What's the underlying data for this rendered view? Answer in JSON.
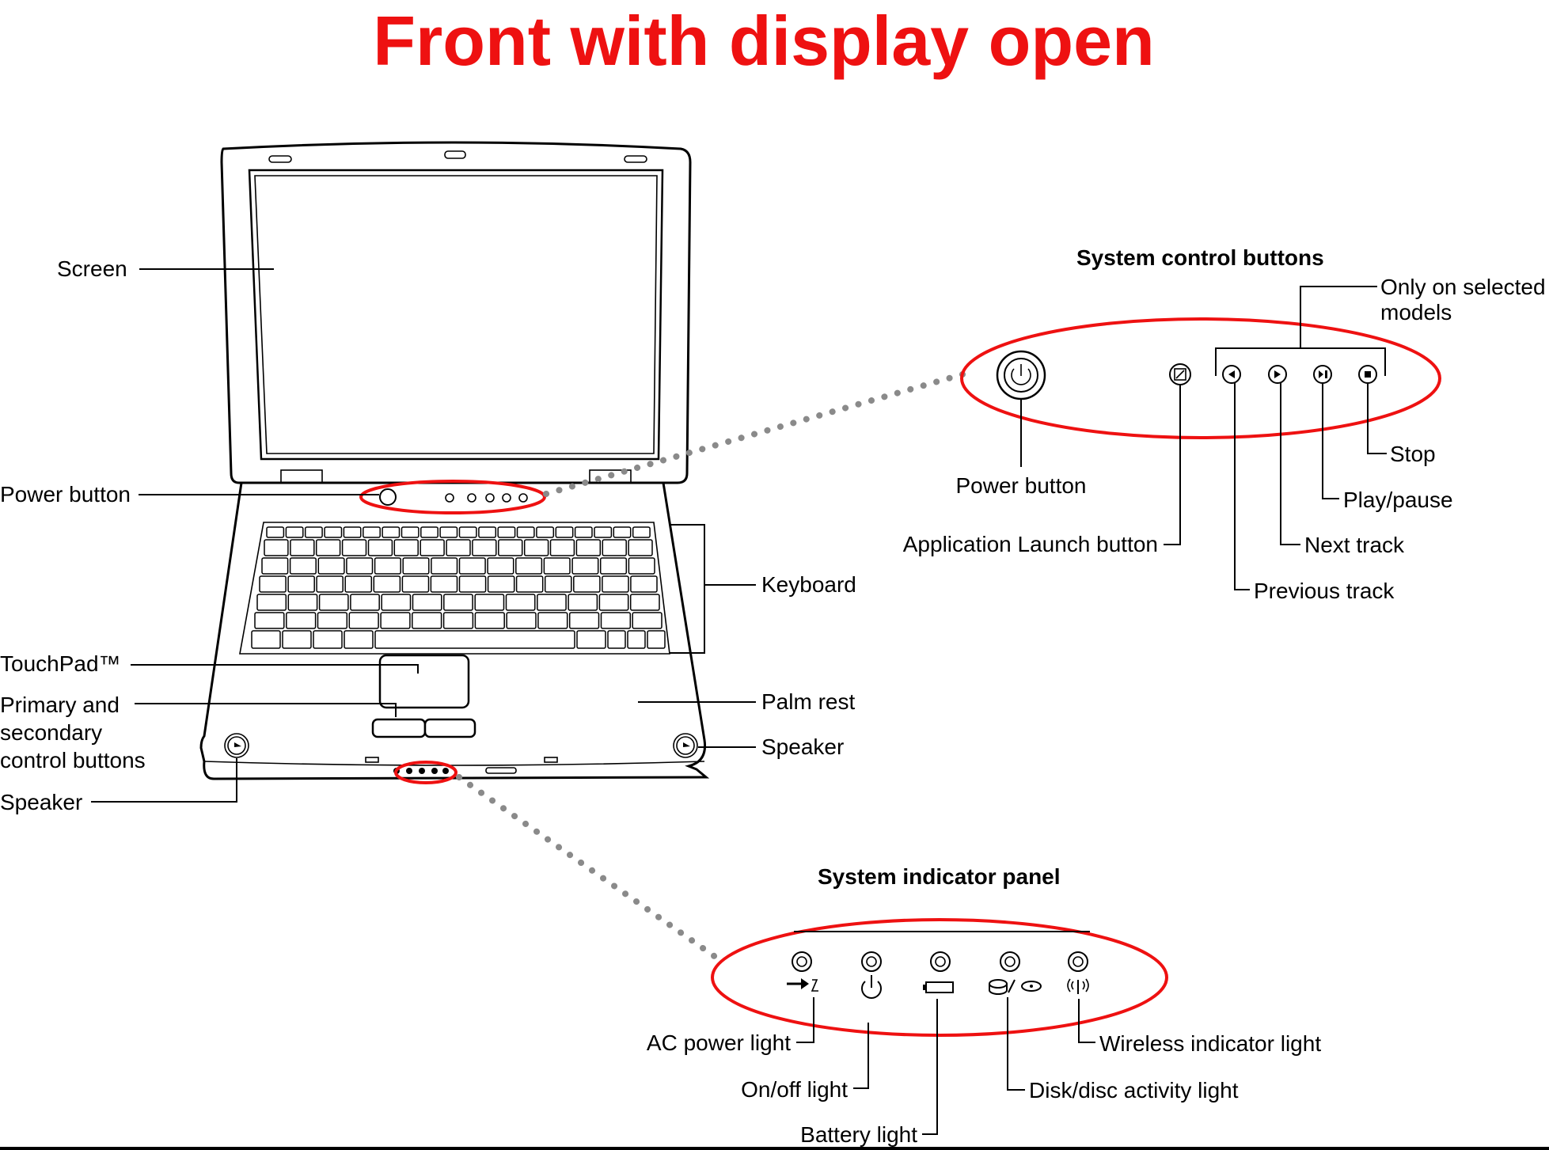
{
  "title": "Front with display open",
  "laptop_labels": {
    "screen": "Screen",
    "power_button": "Power button",
    "touchpad": "TouchPad™",
    "control_buttons": [
      "Primary and",
      "secondary",
      "control buttons"
    ],
    "speaker_left": "Speaker",
    "keyboard": "Keyboard",
    "palm_rest": "Palm rest",
    "speaker_right": "Speaker"
  },
  "system_control_buttons": {
    "heading": "System control buttons",
    "only_on_selected": [
      "Only on selected",
      "models"
    ],
    "power_button": "Power button",
    "app_launch": "Application Launch button",
    "stop": "Stop",
    "play_pause": "Play/pause",
    "next_track": "Next track",
    "previous_track": "Previous track"
  },
  "system_indicator_panel": {
    "heading": "System indicator panel",
    "ac_power": "AC power light",
    "on_off": "On/off light",
    "battery": "Battery light",
    "disk": "Disk/disc activity light",
    "wireless": "Wireless indicator light"
  },
  "colors": {
    "accent_red": "#ee1111",
    "dotted_connector": "#8a8a8a"
  }
}
